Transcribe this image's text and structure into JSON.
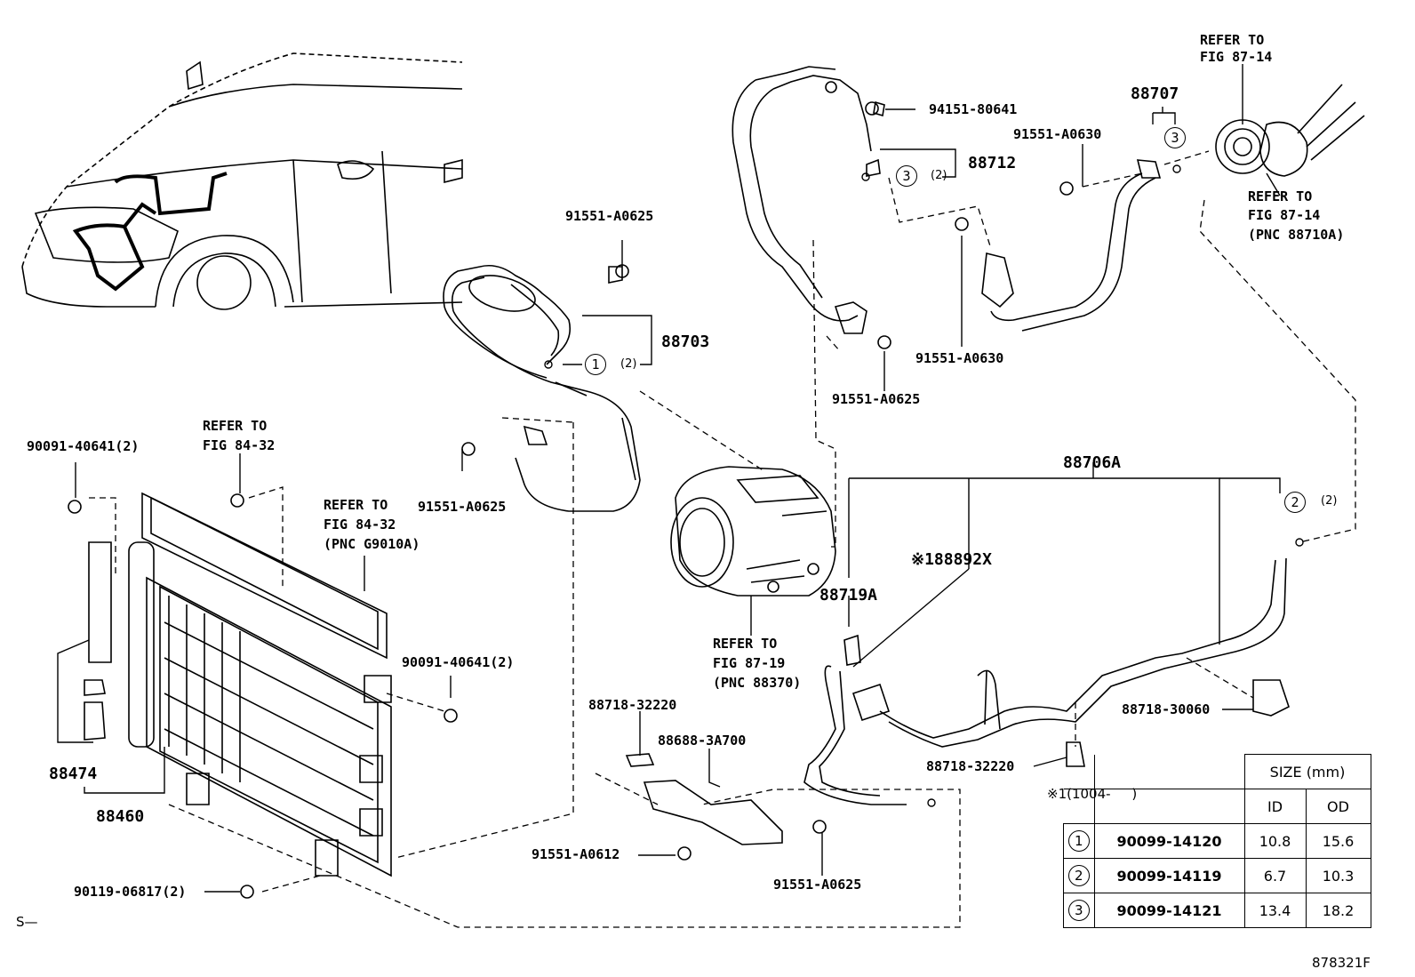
{
  "labels": {
    "p94151": "94151-80641",
    "p88712": "88712",
    "p88712_qty_circle": "3",
    "p88712_qty": "(2)",
    "p88707": "88707",
    "p88707_circle": "3",
    "p91551_a0630_top": "91551-A0630",
    "p91551_a0630_mid": "91551-A0630",
    "refer_87_14_top_1": "REFER TO",
    "refer_87_14_top_2": "FIG 87-14",
    "refer_87_14_right_1": "REFER TO",
    "refer_87_14_right_2": "FIG 87-14",
    "refer_87_14_right_3": "(PNC 88710A)",
    "p91551_a0625_top": "91551-A0625",
    "p88703": "88703",
    "p88703_circle": "1",
    "p88703_qty": "(2)",
    "p91551_a0625_mid": "91551-A0625",
    "p91551_a0625_right": "91551-A0625",
    "p88706a": "88706A",
    "p88706a_circle": "2",
    "p88706a_qty": "(2)",
    "p88892x": "※188892X",
    "p88719a": "88719A",
    "refer_87_19_1": "REFER TO",
    "refer_87_19_2": "FIG 87-19",
    "refer_87_19_3": "(PNC 88370)",
    "p90091_left": "90091-40641(2)",
    "refer_84_32a_1": "REFER TO",
    "refer_84_32a_2": "FIG 84-32",
    "refer_84_32b_1": "REFER TO",
    "refer_84_32b_2": "FIG 84-32",
    "refer_84_32b_3": "(PNC G9010A)",
    "p90091_right": "90091-40641(2)",
    "p88474": "88474",
    "p88460": "88460",
    "p90119": "90119-06817(2)",
    "p88718_32220_a": "88718-32220",
    "p88688": "88688-3A700",
    "p91551_a0612": "91551-A0612",
    "p91551_a0625_bottom": "91551-A0625",
    "p88718_30060": "88718-30060",
    "p88718_32220_b": "88718-32220",
    "note_star": "※1(1004-     )",
    "corner_left": "S—",
    "figure_id": "878321F"
  },
  "size_table": {
    "header": "SIZE (mm)",
    "col_id": "ID",
    "col_od": "OD",
    "rows": [
      {
        "num": "1",
        "part": "90099-14120",
        "id": "10.8",
        "od": "15.6"
      },
      {
        "num": "2",
        "part": "90099-14119",
        "id": "6.7",
        "od": "10.3"
      },
      {
        "num": "3",
        "part": "90099-14121",
        "id": "13.4",
        "od": "18.2"
      }
    ]
  }
}
